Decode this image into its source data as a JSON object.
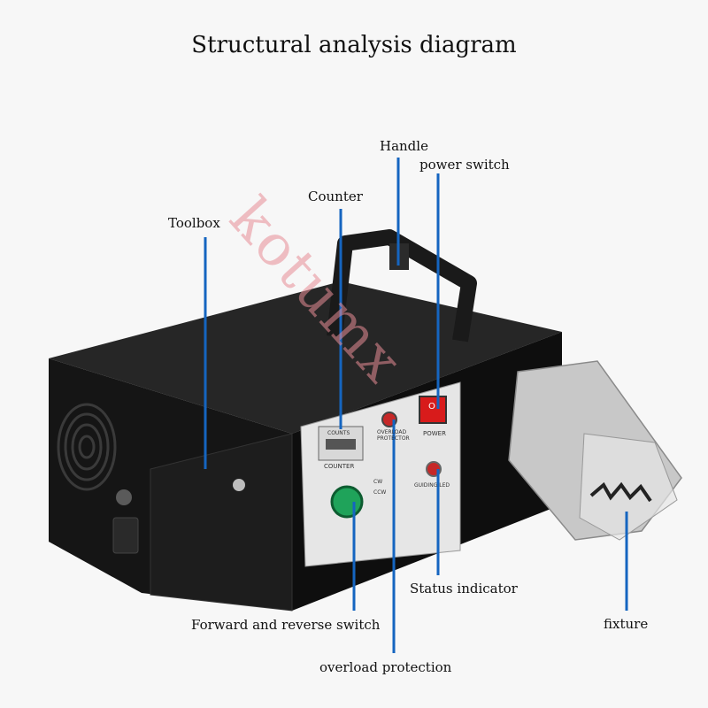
{
  "title": "Structural analysis diagram",
  "watermark": "kotumx",
  "labels": {
    "handle": "Handle",
    "power_switch": "power switch",
    "counter": "Counter",
    "toolbox": "Toolbox",
    "status_indicator": "Status indicator",
    "fixture": "fixture",
    "forward_reverse": "Forward and reverse switch",
    "overload": "overload protection"
  },
  "panel": {
    "counter_caption": "COUNTER",
    "counts": "COUNTS",
    "overload_caption": "OVERLOAD PROTECTOR",
    "power_caption": "POWER",
    "power_symbol": "O",
    "led_caption": "GUIDING LED",
    "cw": "CW",
    "ccw": "CCW"
  },
  "colors": {
    "leader": "#1565c0",
    "body": "#1b1b1b",
    "panel": "#e6e6e6",
    "power": "#d81b1b",
    "knob": "#1fa35a"
  }
}
